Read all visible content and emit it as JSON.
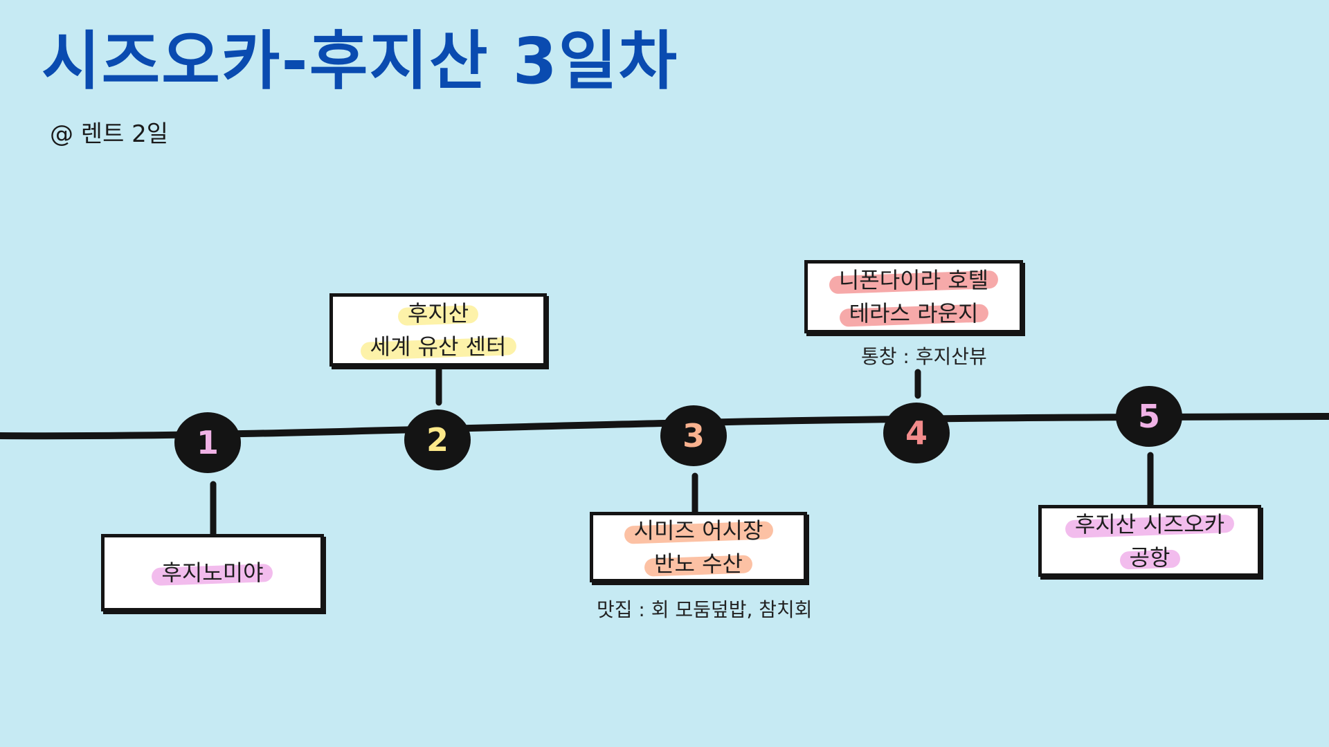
{
  "title": "시즈오카-후지산 3일차",
  "subtitle": "@ 렌트 2일",
  "stops": [
    {
      "num": "1",
      "num_color": "#f0b2e6",
      "lines": [
        "후지노미야"
      ],
      "highlight": "#f0b0ea",
      "note": ""
    },
    {
      "num": "2",
      "num_color": "#fde98a",
      "lines": [
        "후지산",
        "세계 유산 센터"
      ],
      "highlight": "#fdf09a",
      "note": ""
    },
    {
      "num": "3",
      "num_color": "#f9b28f",
      "lines": [
        "시미즈 어시장",
        "반노 수산"
      ],
      "highlight": "#fbb694",
      "note": "맛집 : 회 모둠덮밥, 참치회"
    },
    {
      "num": "4",
      "num_color": "#f28b8b",
      "lines": [
        "니폰다이라 호텔",
        "테라스 라운지"
      ],
      "highlight": "#f49a9a",
      "note": "통창 : 후지산뷰"
    },
    {
      "num": "5",
      "num_color": "#f0b2e6",
      "lines": [
        "후지산 시즈오카",
        "공항"
      ],
      "highlight": "#f0b0ea",
      "note": ""
    }
  ],
  "colors": {
    "background": "#c6eaf3",
    "title": "#0a4bb0",
    "ink": "#141414"
  }
}
